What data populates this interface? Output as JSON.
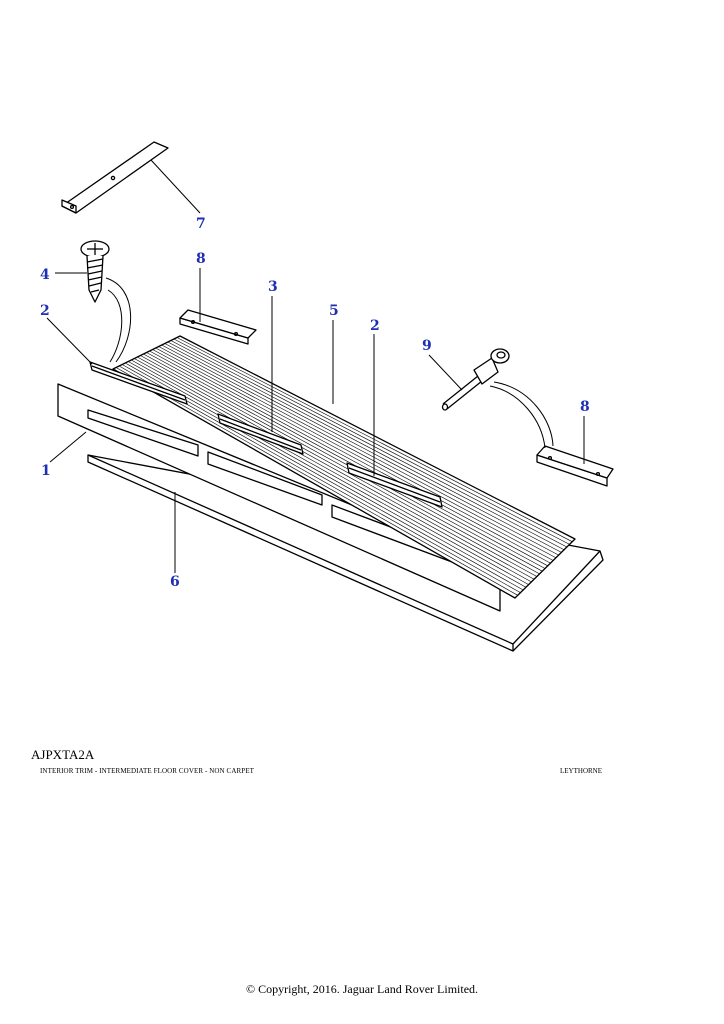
{
  "diagram": {
    "callouts": [
      {
        "id": "c7",
        "label": "7"
      },
      {
        "id": "c8a",
        "label": "8"
      },
      {
        "id": "c4",
        "label": "4"
      },
      {
        "id": "c3",
        "label": "3"
      },
      {
        "id": "c2a",
        "label": "2"
      },
      {
        "id": "c5",
        "label": "5"
      },
      {
        "id": "c2b",
        "label": "2"
      },
      {
        "id": "c9",
        "label": "9"
      },
      {
        "id": "c8b",
        "label": "8"
      },
      {
        "id": "c1",
        "label": "1"
      },
      {
        "id": "c6",
        "label": "6"
      }
    ],
    "callout_color": "#1f2fb5",
    "line_color": "#000000"
  },
  "footer": {
    "code": "AJPXTA2A",
    "description": "INTERIOR TRIM -  INTERMEDIATE FLOOR COVER - NON CARPET",
    "location": "LEYTHORNE",
    "copyright": "© Copyright, 2016. Jaguar Land Rover Limited."
  }
}
